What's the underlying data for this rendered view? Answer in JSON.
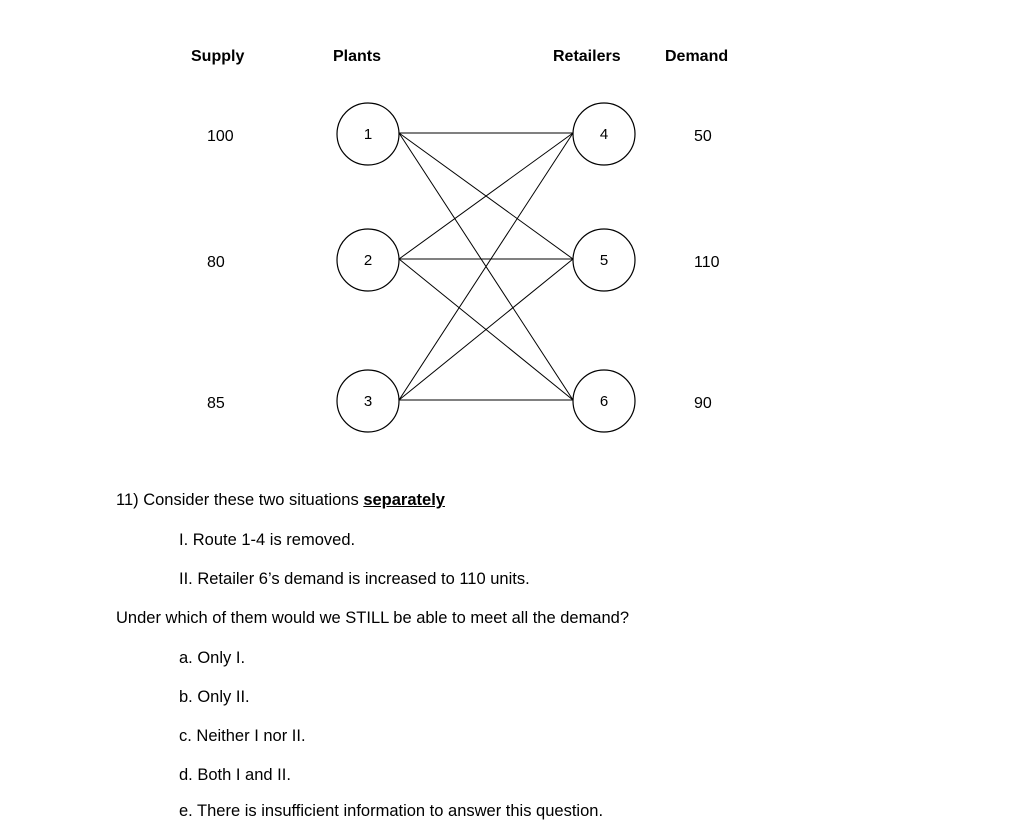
{
  "headers": {
    "supply": "Supply",
    "plants": "Plants",
    "retailers": "Retailers",
    "demand": "Demand"
  },
  "plants": [
    {
      "id": "1",
      "supply": "100"
    },
    {
      "id": "2",
      "supply": "80"
    },
    {
      "id": "3",
      "supply": "85"
    }
  ],
  "retailers": [
    {
      "id": "4",
      "demand": "50"
    },
    {
      "id": "5",
      "demand": "110"
    },
    {
      "id": "6",
      "demand": "90"
    }
  ],
  "question": {
    "intro": "11) Consider these two situations ",
    "emphasis": "separately",
    "situations": [
      "I. Route 1-4 is removed.",
      "II. Retailer 6’s demand is increased to 110 units."
    ],
    "prompt": "Under which of them would we STILL be able to meet all the demand?",
    "options": [
      "a. Only I.",
      "b. Only II.",
      "c. Neither I nor II.",
      "d. Both I and II.",
      "e. There is insufficient information to answer this question."
    ]
  }
}
